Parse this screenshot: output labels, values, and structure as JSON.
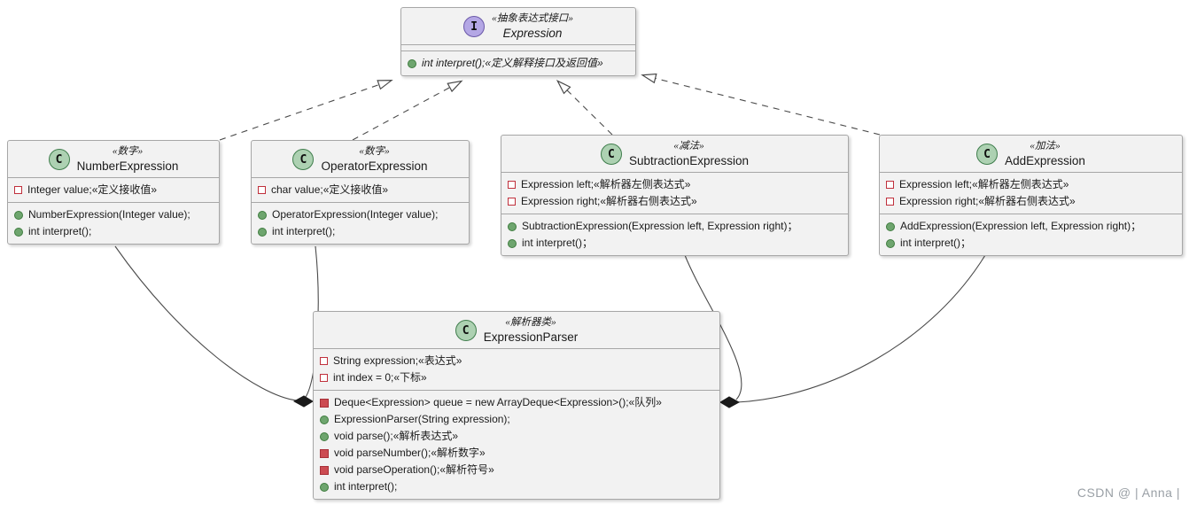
{
  "diagram": {
    "classes": [
      {
        "id": "expression",
        "kind": "interface",
        "icon_letter": "I",
        "stereotype": "«抽象表达式接口»",
        "name": "Expression",
        "name_italic": true,
        "fields": [],
        "methods": [
          {
            "icon": "public-method-icon",
            "text": "int interpret();«定义解释接口及返回值»",
            "italic": true
          }
        ]
      },
      {
        "id": "number",
        "kind": "class",
        "icon_letter": "C",
        "stereotype": "«数字»",
        "name": "NumberExpression",
        "name_italic": false,
        "fields": [
          {
            "icon": "private-field-icon",
            "text": "Integer value;«定义接收值»",
            "italic": false
          }
        ],
        "methods": [
          {
            "icon": "public-method-icon",
            "text": "NumberExpression(Integer value);",
            "italic": false
          },
          {
            "icon": "public-method-icon",
            "text": "int interpret();",
            "italic": false
          }
        ]
      },
      {
        "id": "operator",
        "kind": "class",
        "icon_letter": "C",
        "stereotype": "«数字»",
        "name": "OperatorExpression",
        "name_italic": false,
        "fields": [
          {
            "icon": "private-field-icon",
            "text": "char value;«定义接收值»",
            "italic": false
          }
        ],
        "methods": [
          {
            "icon": "public-method-icon",
            "text": "OperatorExpression(Integer value);",
            "italic": false
          },
          {
            "icon": "public-method-icon",
            "text": "int interpret();",
            "italic": false
          }
        ]
      },
      {
        "id": "subtraction",
        "kind": "class",
        "icon_letter": "C",
        "stereotype": "«减法»",
        "name": "SubtractionExpression",
        "name_italic": false,
        "fields": [
          {
            "icon": "private-field-icon",
            "text": "Expression left;«解析器左侧表达式»",
            "italic": false
          },
          {
            "icon": "private-field-icon",
            "text": "Expression right;«解析器右侧表达式»",
            "italic": false
          }
        ],
        "methods": [
          {
            "icon": "public-method-icon",
            "text": "SubtractionExpression(Expression left, Expression right)；",
            "italic": false
          },
          {
            "icon": "public-method-icon",
            "text": "int interpret()；",
            "italic": false
          }
        ]
      },
      {
        "id": "add",
        "kind": "class",
        "icon_letter": "C",
        "stereotype": "«加法»",
        "name": "AddExpression",
        "name_italic": false,
        "fields": [
          {
            "icon": "private-field-icon",
            "text": "Expression left;«解析器左侧表达式»",
            "italic": false
          },
          {
            "icon": "private-field-icon",
            "text": "Expression right;«解析器右侧表达式»",
            "italic": false
          }
        ],
        "methods": [
          {
            "icon": "public-method-icon",
            "text": "AddExpression(Expression left, Expression right)；",
            "italic": false
          },
          {
            "icon": "public-method-icon",
            "text": "int interpret()；",
            "italic": false
          }
        ]
      },
      {
        "id": "parser",
        "kind": "class",
        "icon_letter": "C",
        "stereotype": "«解析器类»",
        "name": "ExpressionParser",
        "name_italic": false,
        "fields": [
          {
            "icon": "private-field-icon",
            "text": "String expression;«表达式»",
            "italic": false
          },
          {
            "icon": "private-field-icon",
            "text": "int index = 0;«下标»",
            "italic": false
          }
        ],
        "methods": [
          {
            "icon": "private-method-icon",
            "text": "Deque<Expression> queue = new ArrayDeque<Expression>();«队列»",
            "italic": false
          },
          {
            "icon": "public-method-icon",
            "text": "ExpressionParser(String expression);",
            "italic": false
          },
          {
            "icon": "public-method-icon",
            "text": "void parse();«解析表达式»",
            "italic": false
          },
          {
            "icon": "private-method-icon",
            "text": "void parseNumber();«解析数字»",
            "italic": false
          },
          {
            "icon": "private-method-icon",
            "text": "void parseOperation();«解析符号»",
            "italic": false
          },
          {
            "icon": "public-method-icon",
            "text": "int interpret();",
            "italic": false
          }
        ]
      }
    ],
    "relations": [
      {
        "id": "realize-number-expression",
        "from": "NumberExpression",
        "to": "Expression",
        "type": "realization"
      },
      {
        "id": "realize-operator-expression",
        "from": "OperatorExpression",
        "to": "Expression",
        "type": "realization"
      },
      {
        "id": "realize-subtraction-expression",
        "from": "SubtractionExpression",
        "to": "Expression",
        "type": "realization"
      },
      {
        "id": "realize-add-expression",
        "from": "AddExpression",
        "to": "Expression",
        "type": "realization"
      },
      {
        "id": "compose-number-parser",
        "from": "NumberExpression",
        "to": "ExpressionParser",
        "type": "composition"
      },
      {
        "id": "compose-operator-parser",
        "from": "OperatorExpression",
        "to": "ExpressionParser",
        "type": "composition"
      },
      {
        "id": "compose-subtraction-parser",
        "from": "SubtractionExpression",
        "to": "ExpressionParser",
        "type": "composition"
      },
      {
        "id": "compose-add-parser",
        "from": "AddExpression",
        "to": "ExpressionParser",
        "type": "composition"
      }
    ]
  },
  "colors": {
    "box_fill": "#f2f2f2",
    "box_border": "#a7a7a7",
    "class_icon_fill": "#add1b2",
    "interface_icon_fill": "#b4a7e5",
    "public_member": "#6ea56e",
    "private_member": "#cc4b52",
    "edge": "#4a4a4a",
    "watermark": "#9aa0a6"
  },
  "watermark": "CSDN @ | Anna |"
}
